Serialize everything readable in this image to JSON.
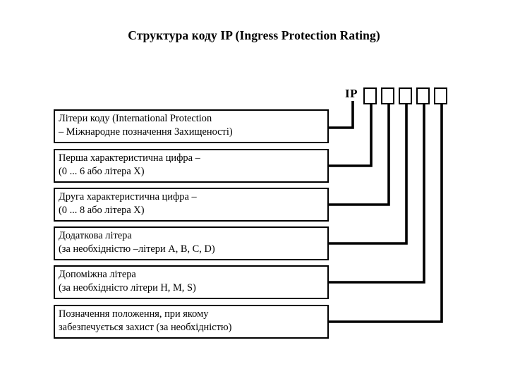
{
  "title": "Структура коду IP (Ingress Protection Rating)",
  "code": {
    "prefix_label": "IP",
    "slot_count": 5,
    "slots": [
      {
        "name": "slot-1",
        "value": ""
      },
      {
        "name": "slot-2",
        "value": ""
      },
      {
        "name": "slot-3",
        "value": ""
      },
      {
        "name": "slot-4",
        "value": ""
      },
      {
        "name": "slot-5",
        "value": ""
      }
    ]
  },
  "boxes": [
    {
      "id": "code-letters",
      "line1": "Літери коду (International Protection",
      "line2": " – Міжнародне позначення Захищеності)",
      "target": "prefix"
    },
    {
      "id": "first-characteristic-digit",
      "line1": "Перша характеристична цифра –",
      "line2": "(0 ... 6 або літера X)",
      "target": "slot-1"
    },
    {
      "id": "second-characteristic-digit",
      "line1": "Друга характеристична цифра –",
      "line2": "(0 ... 8 або літера X)",
      "target": "slot-2"
    },
    {
      "id": "additional-letter",
      "line1": "Додаткова літера",
      "line2": "(за необхідністю –літери A, B, C, D)",
      "target": "slot-3"
    },
    {
      "id": "supplementary-letter",
      "line1": "Допоміжна літера",
      "line2": "(за необхідністо   літери H, M, S)",
      "target": "slot-4"
    },
    {
      "id": "position-designation",
      "line1": "Позначення положення, при якому",
      "line2": "забезпечується захист (за необхідністю)",
      "target": "slot-5"
    }
  ],
  "colors": {
    "background": "#ffffff",
    "ink": "#000000"
  }
}
